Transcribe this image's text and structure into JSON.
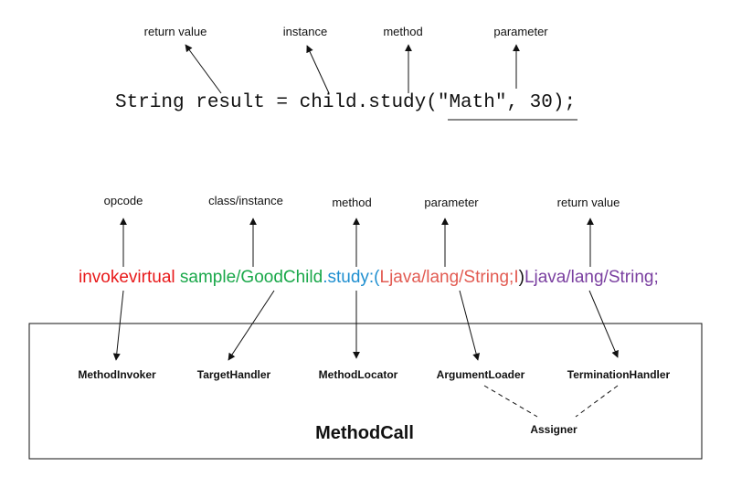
{
  "source_code": {
    "labels": {
      "return_value": "return value",
      "instance": "instance",
      "method": "method",
      "parameter": "parameter"
    },
    "text": "String result = child.study(\"Math\", 30);"
  },
  "bytecode": {
    "labels": {
      "opcode": "opcode",
      "class_instance": "class/instance",
      "method": "method",
      "parameter": "parameter",
      "return_value": "return value"
    },
    "parts": {
      "opcode": "invokevirtual",
      "class": "sample/GoodChild",
      "dot": ".",
      "method": "study",
      "colon_paren": ":(",
      "params": "Ljava/lang/String;I",
      "close_paren": ")",
      "return_type": "Ljava/lang/String;"
    },
    "colors": {
      "opcode": "#e8191a",
      "class": "#1aa84a",
      "method": "#1f8fd0",
      "punct": "#1f8fd0",
      "params": "#e25b52",
      "close_paren": "#111111",
      "return_type": "#7a3fa0"
    }
  },
  "method_call": {
    "title": "MethodCall",
    "components": {
      "invoker": "MethodInvoker",
      "target": "TargetHandler",
      "locator": "MethodLocator",
      "argument": "ArgumentLoader",
      "termination": "TerminationHandler",
      "assigner": "Assigner"
    }
  }
}
